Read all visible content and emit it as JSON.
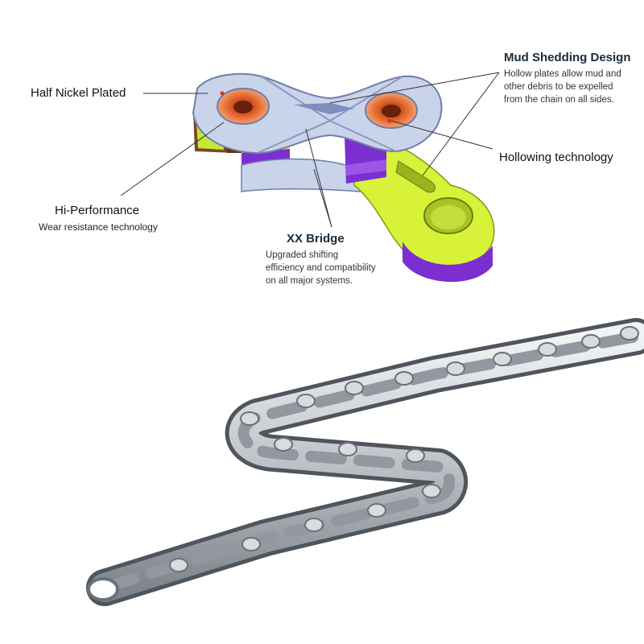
{
  "callouts": {
    "half_nickel": {
      "title": "Half Nickel Plated"
    },
    "mud_shedding": {
      "title": "Mud Shedding Design",
      "lines": [
        "Hollow plates allow mud and",
        "other debris to be expelled",
        "from the chain on all sides."
      ]
    },
    "hollowing": {
      "title": "Hollowing technology"
    },
    "hi_performance": {
      "title": "Hi-Performance",
      "subtitle": "Wear resistance technology"
    },
    "xx_bridge": {
      "title": "XX Bridge",
      "lines": [
        "Upgraded shifting",
        "efficiency and compatibility",
        "on all major systems."
      ]
    }
  },
  "colors": {
    "plate_silver": "#c9d3ea",
    "plate_purple": "#7b2fd0",
    "plate_yellow": "#d8f23a",
    "pin_orange": "#e0622a",
    "chain_steel": "#b8bcc2"
  }
}
